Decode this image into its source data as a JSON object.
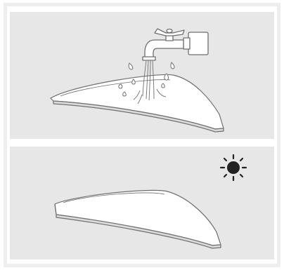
{
  "illustration": {
    "steps": [
      {
        "step": "wash",
        "icons": [
          "faucet-icon",
          "water-stream-icon",
          "water-droplet-icon"
        ],
        "subject": "mop-plate"
      },
      {
        "step": "dry",
        "icons": [
          "sun-icon"
        ],
        "subject": "mop-plate"
      }
    ]
  },
  "colors": {
    "panel_background": "#e7e7e7",
    "frame_border": "#eeeeee",
    "line": "#6f6f6f",
    "sun": "#222222",
    "plate_fill": "#ffffff"
  }
}
